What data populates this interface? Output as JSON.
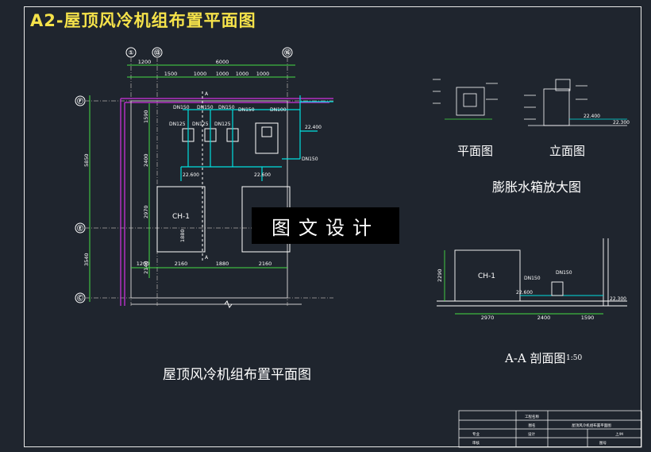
{
  "sheet_title": "A2-屋顶风冷机组布置平面图",
  "watermark": "图文设计",
  "plan": {
    "title": "屋顶风冷机组布置平面图",
    "axis_top": [
      "①",
      "⑬",
      "⑯"
    ],
    "axis_left": [
      "Ⓕ",
      "Ⓔ",
      "Ⓒ"
    ],
    "dims_top_outer": [
      "1200",
      "6000"
    ],
    "dims_top_inner": [
      "1500",
      "1000",
      "1000",
      "1000",
      "1000"
    ],
    "dims_left": [
      "5850",
      "3540"
    ],
    "dims_left_inner": [
      "1590",
      "2400",
      "2970",
      "2140"
    ],
    "dims_bottom": [
      "1200",
      "2160",
      "1880",
      "2160"
    ],
    "unit_label": "CH-1",
    "section_marks": [
      "A",
      "A"
    ],
    "inner_dim": "1880",
    "elevation_tags": [
      "22.400",
      "22.600",
      "22.600"
    ],
    "pipe_tags": [
      "DN150",
      "DN150",
      "DN150",
      "DN125",
      "DN125",
      "DN125",
      "DN150",
      "DN100",
      "DN150"
    ]
  },
  "tank_detail": {
    "plan_label": "平面图",
    "elevation_label": "立面图",
    "title": "膨胀水箱放大图",
    "elevation_tag": "22.400",
    "elevation_tag_2": "22.300"
  },
  "section": {
    "title": "A-A 剖面图",
    "scale": "1:50",
    "unit_label": "CH-1",
    "dims_bottom": [
      "2970",
      "2400",
      "1590"
    ],
    "dim_left": "2290",
    "elevation_tags": [
      "22.600",
      "22.300"
    ],
    "pipe_tags": [
      "DN150",
      "DN150"
    ]
  },
  "title_block": {
    "project": "工程名称",
    "drawing": "屋顶风冷机组布置平面图",
    "rows": [
      "图名",
      "专业",
      "审核",
      "设计",
      "图号"
    ],
    "sheet_no": "上/M"
  },
  "colors": {
    "background": "#1f252e",
    "line": "#ffffff",
    "pipe": "#00e0e0",
    "wall": "#b030c0",
    "dim": "#44dd44",
    "title": "#f5e24a"
  }
}
